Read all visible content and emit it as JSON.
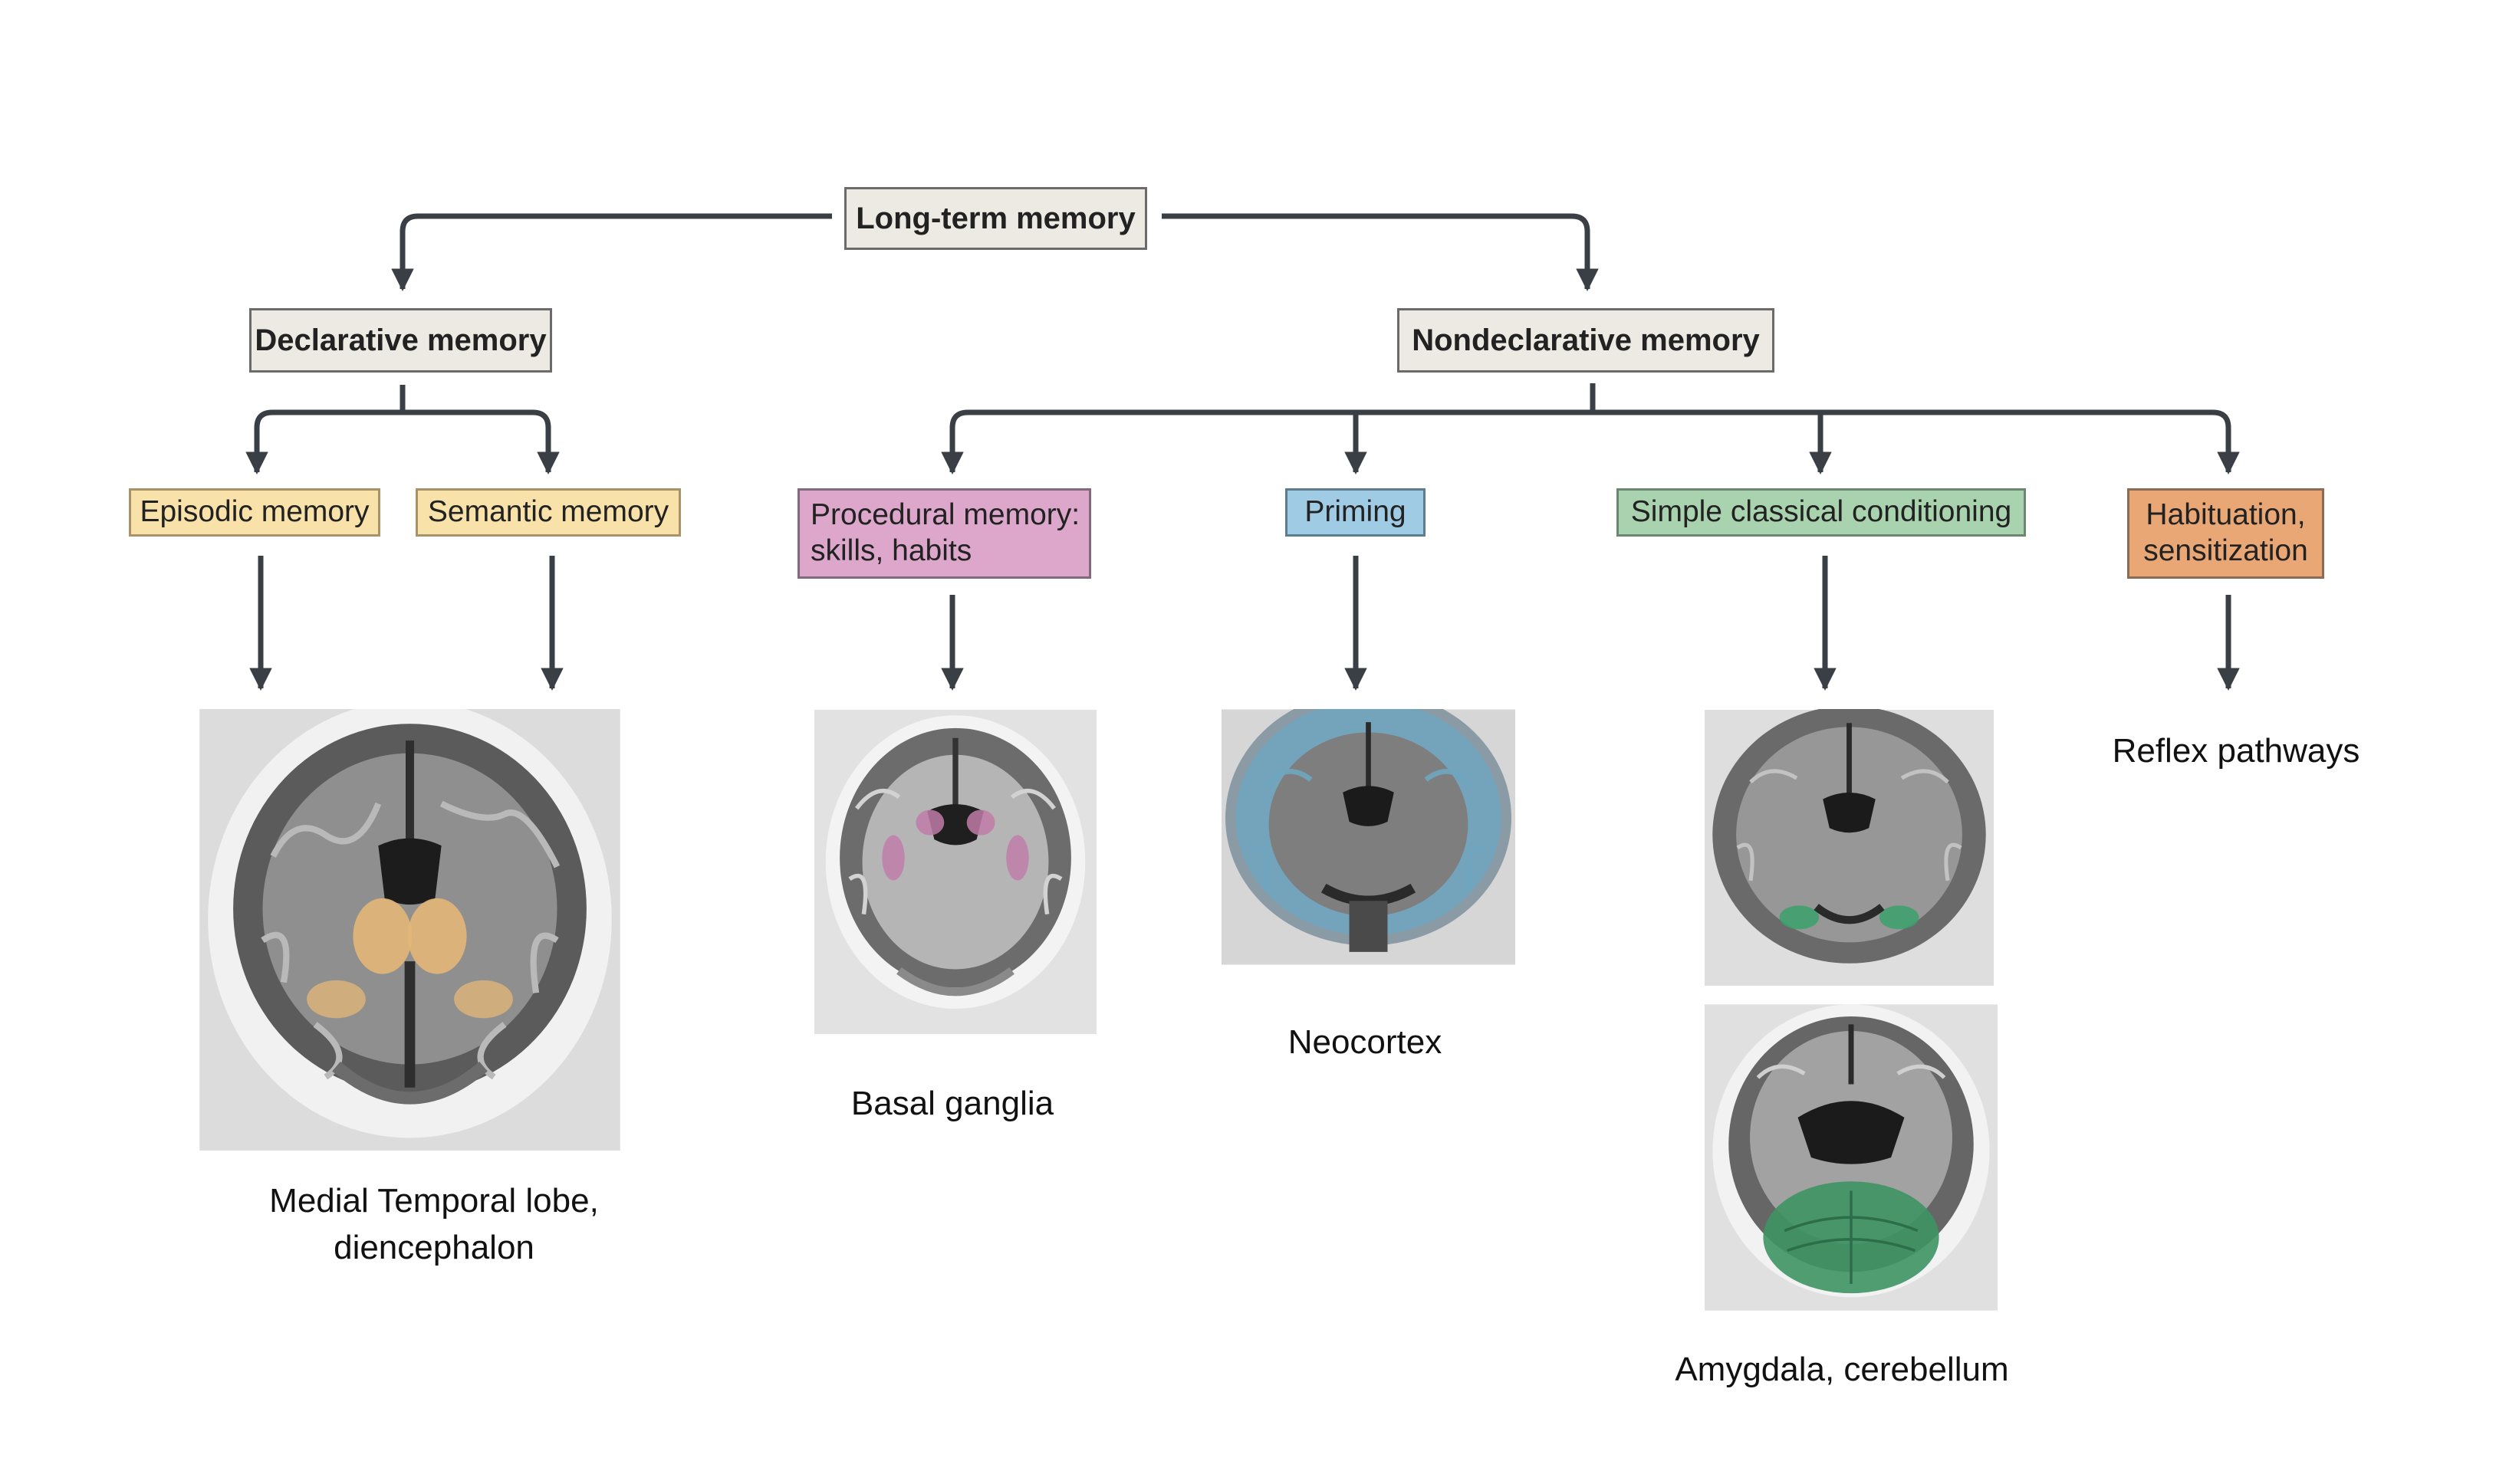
{
  "diagram": {
    "root": "Long-term memory",
    "declarative": "Declarative memory",
    "nondeclarative": "Nondeclarative memory",
    "episodic": "Episodic memory",
    "semantic": "Semantic memory",
    "procedural_line1": "Procedural memory:",
    "procedural_line2": "skills, habits",
    "priming": "Priming",
    "conditioning": "Simple classical conditioning",
    "habituation_line1": "Habituation,",
    "habituation_line2": "sensitization",
    "caption_mtl_line1": "Medial Temporal lobe,",
    "caption_mtl_line2": "diencephalon",
    "caption_basal": "Basal ganglia",
    "caption_neocortex": "Neocortex",
    "caption_amygdala": "Amygdala, cerebellum",
    "caption_reflex": "Reflex pathways"
  },
  "colors": {
    "line": "#3a3f46",
    "episodic": "#f8e2a9",
    "procedural": "#dca7cb",
    "priming": "#9fcbe4",
    "conditioning": "#a8d3ae",
    "habituation": "#eaa776"
  }
}
